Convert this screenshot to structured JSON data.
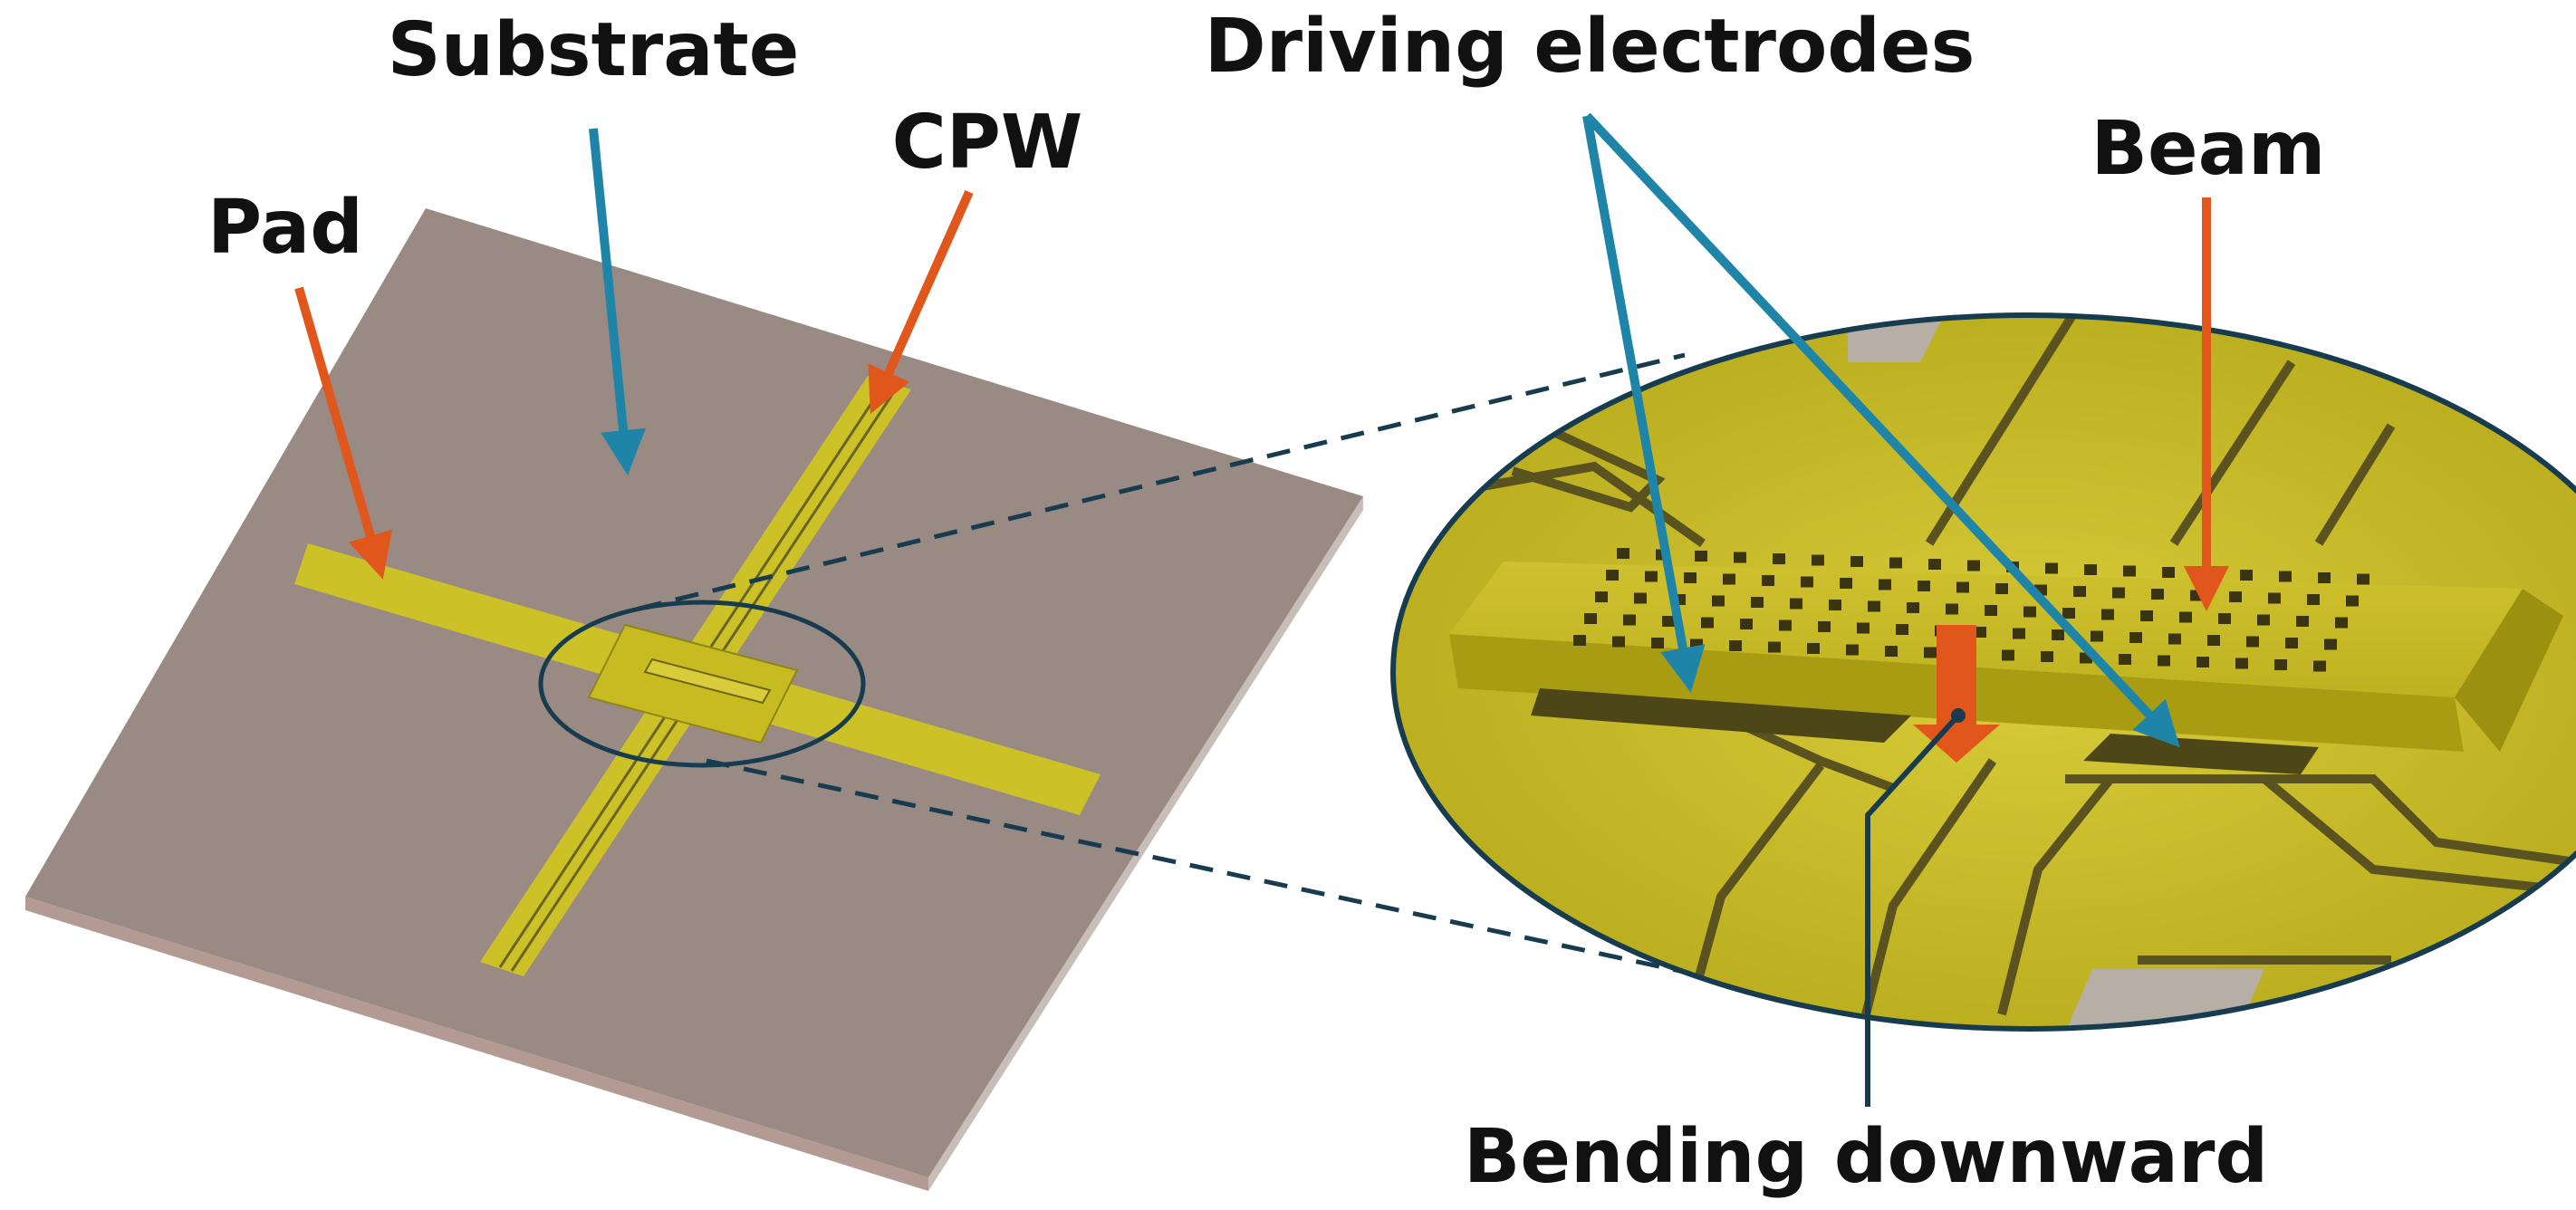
{
  "labels": {
    "substrate": "Substrate",
    "driving_electrodes": "Driving electrodes",
    "cpw": "CPW",
    "pad": "Pad",
    "beam": "Beam",
    "bending_downward": "Bending downward"
  },
  "colors": {
    "background": "#ffffff",
    "substrate_top": "#9a8a84",
    "substrate_side": "#b9aaa3",
    "gold": "#ccc126",
    "gold_dark": "#a89d12",
    "gold_light": "#ddd24a",
    "slot": "#5a5320",
    "orange_arrow": "#e1561a",
    "blue_arrow": "#1f85a8",
    "outline": "#173c4f"
  }
}
